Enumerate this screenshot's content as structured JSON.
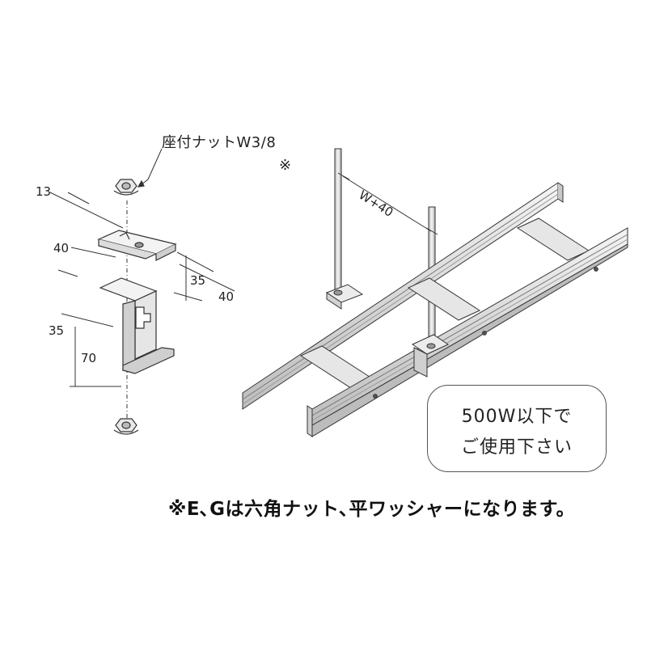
{
  "labels": {
    "seat_nut": "座付ナットW3/8",
    "seat_nut_mark": "※",
    "dim_13": "13",
    "dim_40_upper": "40",
    "dim_35_right": "35",
    "dim_40_right": "40",
    "dim_35_lower": "35",
    "dim_70": "70",
    "span": "W+40"
  },
  "note": {
    "line1": "500W以下で",
    "line2": "ご使用下さい"
  },
  "footer": "※E､Gは六角ナット､平ワッシャーになります。"
}
